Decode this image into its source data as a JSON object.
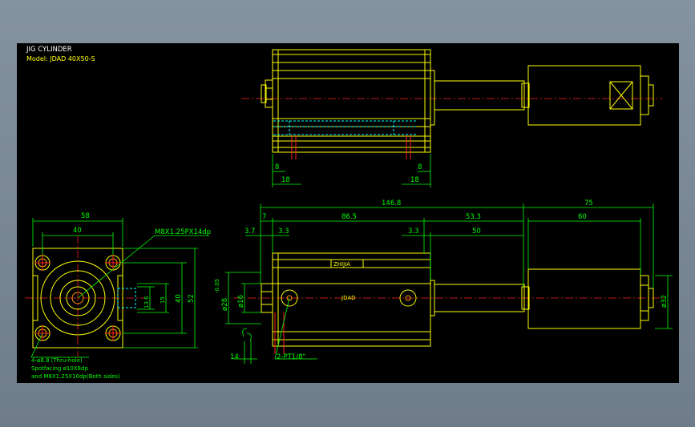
{
  "title": {
    "name": "JIG CYLINDER",
    "model": "Model:  JDAD  40X50-S"
  },
  "top_view": {
    "dims": [
      "8",
      "18",
      "18",
      "8"
    ]
  },
  "end_view": {
    "width_58": "58",
    "width_40": "40",
    "port_callout": "M8X1.25PX14dp",
    "h_13_6": "13.6",
    "h_15": "15",
    "h_40": "40",
    "h_52": "52",
    "hole_note_1": "4-ø8.8  (Thru-hole)",
    "hole_note_2": "Spotfacing  ø10X8dp",
    "hole_note_3": "and M8X1.25X10dp(Both sides)"
  },
  "side_view": {
    "overall": "146.8",
    "d_75": "75",
    "d_7": "7",
    "d_86_5": "86.5",
    "d_53_3": "53.3",
    "d_60": "60",
    "d_3_7": "3.7",
    "d_3_3a": "3.3",
    "d_3_3b": "3.3",
    "d_50": "50",
    "d_28": "ø28",
    "d_28_tol": "-0.05",
    "d_16": "ø16",
    "d_32": "ø32",
    "d_14": "14",
    "port": "2-PT1/8\"",
    "brand": "ZHIJIA",
    "mark": "JDAD"
  }
}
